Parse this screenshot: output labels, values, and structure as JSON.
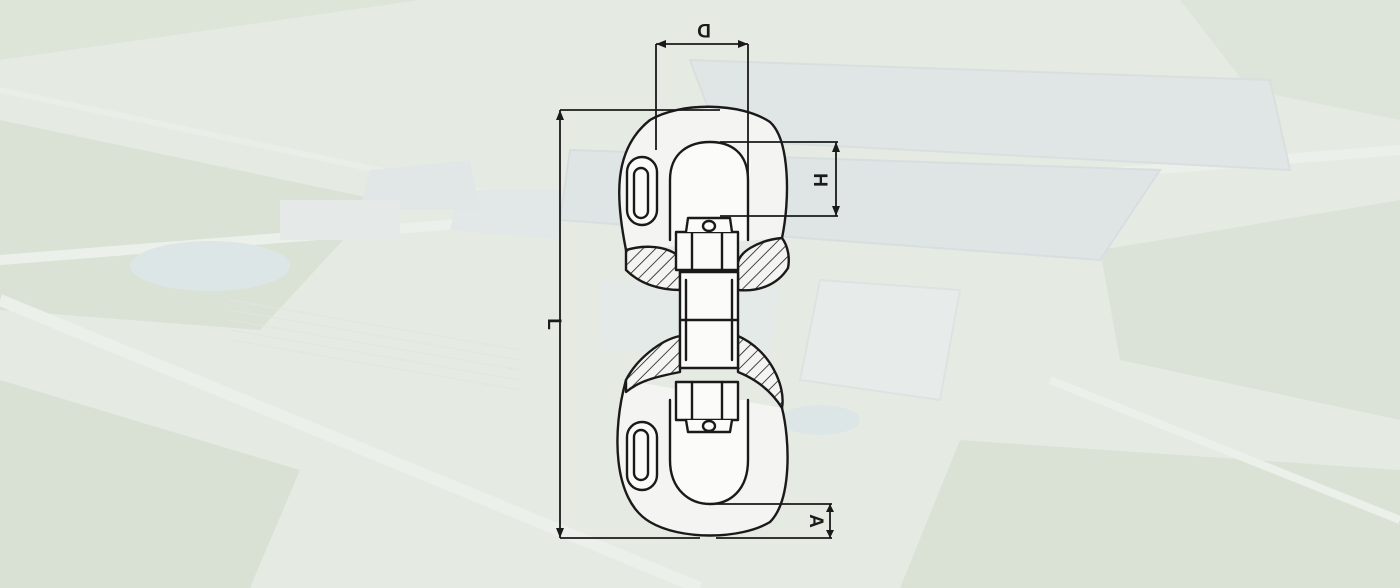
{
  "background": {
    "description_icon": "faded-aerial-factory-campus",
    "overlay_color": "#eef1ec"
  },
  "drawing": {
    "title": "",
    "line_color": "#1a1a1a",
    "dimensions": {
      "width_label": "D",
      "height_label": "H",
      "length_label": "L",
      "thickness_label": "A"
    }
  }
}
